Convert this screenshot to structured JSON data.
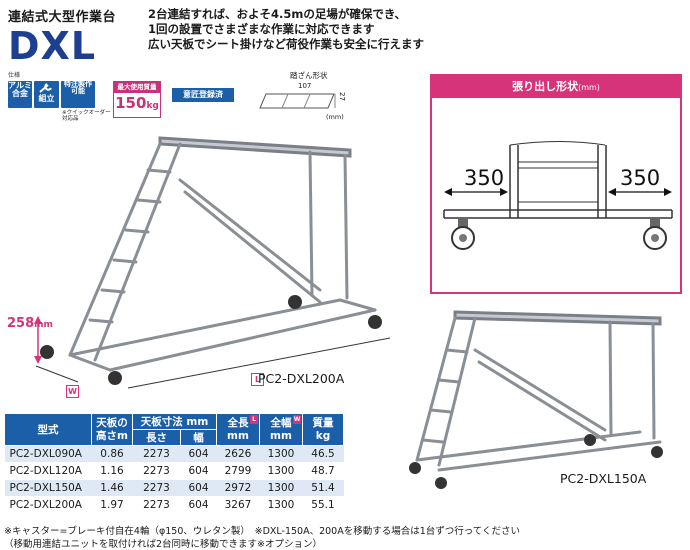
{
  "header": {
    "series_title": "連結式大型作業台",
    "model_title": "DXL",
    "description": [
      "2台連結すれば、およそ4.5mの足場が確保でき、",
      "1回の設置でさまざまな作業に対応できます",
      "広い天板でシート掛けなど荷役作業も安全に行えます"
    ]
  },
  "specs": {
    "label": "仕様",
    "badges": [
      {
        "text": "アルミ\n合金"
      },
      {
        "text": "組立"
      },
      {
        "text": "特注製作\n可能"
      }
    ],
    "note": "※クイックオーダー対応品",
    "max_load_label": "最大使用質量",
    "max_load_value": "150",
    "max_load_unit": "kg",
    "design_badge": "意匠登録済"
  },
  "tread": {
    "title": "踏ざん形状",
    "width": "107",
    "height": "27",
    "unit": "(mm)"
  },
  "extension": {
    "title": "張り出し形状",
    "unit": "(mm)",
    "left": "350",
    "right": "350"
  },
  "dimensions": {
    "height_label": "258",
    "height_unit": "mm",
    "w_tag": "W",
    "l_tag": "L"
  },
  "captions": {
    "large": "PC2-DXL200A",
    "small": "PC2-DXL150A"
  },
  "table": {
    "headers": {
      "model": "型式",
      "height_a": "天板の",
      "height_b": "高さm",
      "plate": "天板寸法 mm",
      "plate_len": "長さ",
      "plate_wid": "幅",
      "total_len_a": "全長",
      "total_len_b": "mm",
      "total_len_tag": "L",
      "total_wid_a": "全幅",
      "total_wid_b": "mm",
      "total_wid_tag": "W",
      "mass_a": "質量",
      "mass_b": "kg"
    },
    "rows": [
      {
        "model": "PC2-DXL090A",
        "height": "0.86",
        "len": "2273",
        "wid": "604",
        "total_len": "2626",
        "total_wid": "1300",
        "mass": "46.5"
      },
      {
        "model": "PC2-DXL120A",
        "height": "1.16",
        "len": "2273",
        "wid": "604",
        "total_len": "2799",
        "total_wid": "1300",
        "mass": "48.7"
      },
      {
        "model": "PC2-DXL150A",
        "height": "1.46",
        "len": "2273",
        "wid": "604",
        "total_len": "2972",
        "total_wid": "1300",
        "mass": "51.4"
      },
      {
        "model": "PC2-DXL200A",
        "height": "1.97",
        "len": "2273",
        "wid": "604",
        "total_len": "3267",
        "total_wid": "1300",
        "mass": "55.1"
      }
    ]
  },
  "footnotes": [
    "※キャスター=ブレーキ付自在4輪（φ150、ウレタン製）　※DXL-150A、200Aを移動する場合は1台ずつ行ってください",
    "（移動用連結ユニットを取付ければ2台同時に移動できます※オプション）"
  ],
  "colors": {
    "brand_blue": "#1b5fa8",
    "accent_pink": "#d6337a",
    "row_tint": "#dfe9f6"
  }
}
